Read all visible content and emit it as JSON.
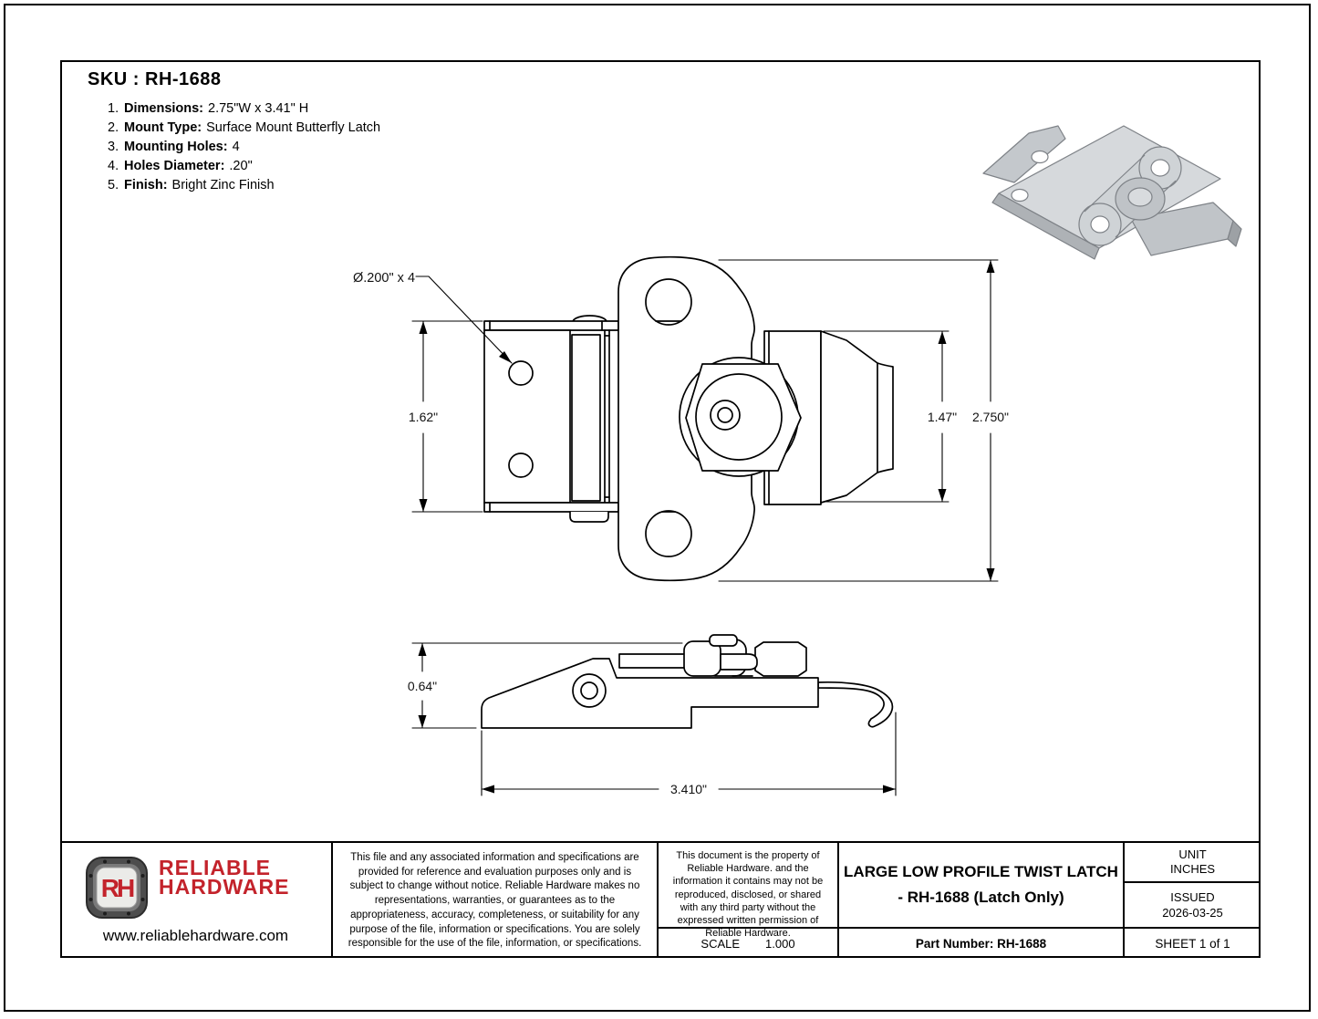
{
  "sku_panel": {
    "title": "SKU : RH-1688",
    "specs": [
      {
        "num": "1.",
        "label": "Dimensions:",
        "value": "2.75\"W x 3.41\" H"
      },
      {
        "num": "2.",
        "label": "Mount Type:",
        "value": "Surface Mount Butterfly Latch"
      },
      {
        "num": "3.",
        "label": "Mounting Holes:",
        "value": "4"
      },
      {
        "num": "4.",
        "label": "Holes Diameter:",
        "value": ".20\""
      },
      {
        "num": "5.",
        "label": "Finish:",
        "value": "Bright Zinc Finish"
      }
    ]
  },
  "drawing": {
    "hole_callout": "Ø.200\" x 4",
    "bracket_height": "1.62\"",
    "latch_body_height": "1.47\"",
    "overall_height": "2.750\"",
    "profile_height": "0.64\"",
    "overall_length": "3.410\""
  },
  "title_block": {
    "disclaimer": "This file and any associated information and specifications are provided for reference and evaluation purposes only and is subject to change without notice.  Reliable Hardware makes no representations, warranties, or guarantees as to the appropriateness, accuracy, completeness, or suitability for any purpose of the file, information or specifications. You are solely responsible for the use of the file, information, or specifications.",
    "property_notice": "This document is the property of Reliable Hardware. and the information it contains may not be reproduced, disclosed, or shared with any third party without the expressed written permission of Reliable Hardware.",
    "title_line1": "LARGE LOW PROFILE TWIST LATCH",
    "title_line2": "- RH-1688 (Latch Only)",
    "scale_label": "SCALE",
    "scale_value": "1.000",
    "part_number": "Part Number: RH-1688",
    "unit_label": "UNIT",
    "unit_value": "INCHES",
    "issued_label": "ISSUED",
    "issued_value": "2026-03-25",
    "sheet_info": "SHEET 1 of 1"
  },
  "logo": {
    "monogram": "RH",
    "name_line1": "RELIABLE",
    "name_line2": "HARDWARE",
    "website": "www.reliablehardware.com",
    "brand_red": "#c3232b"
  }
}
